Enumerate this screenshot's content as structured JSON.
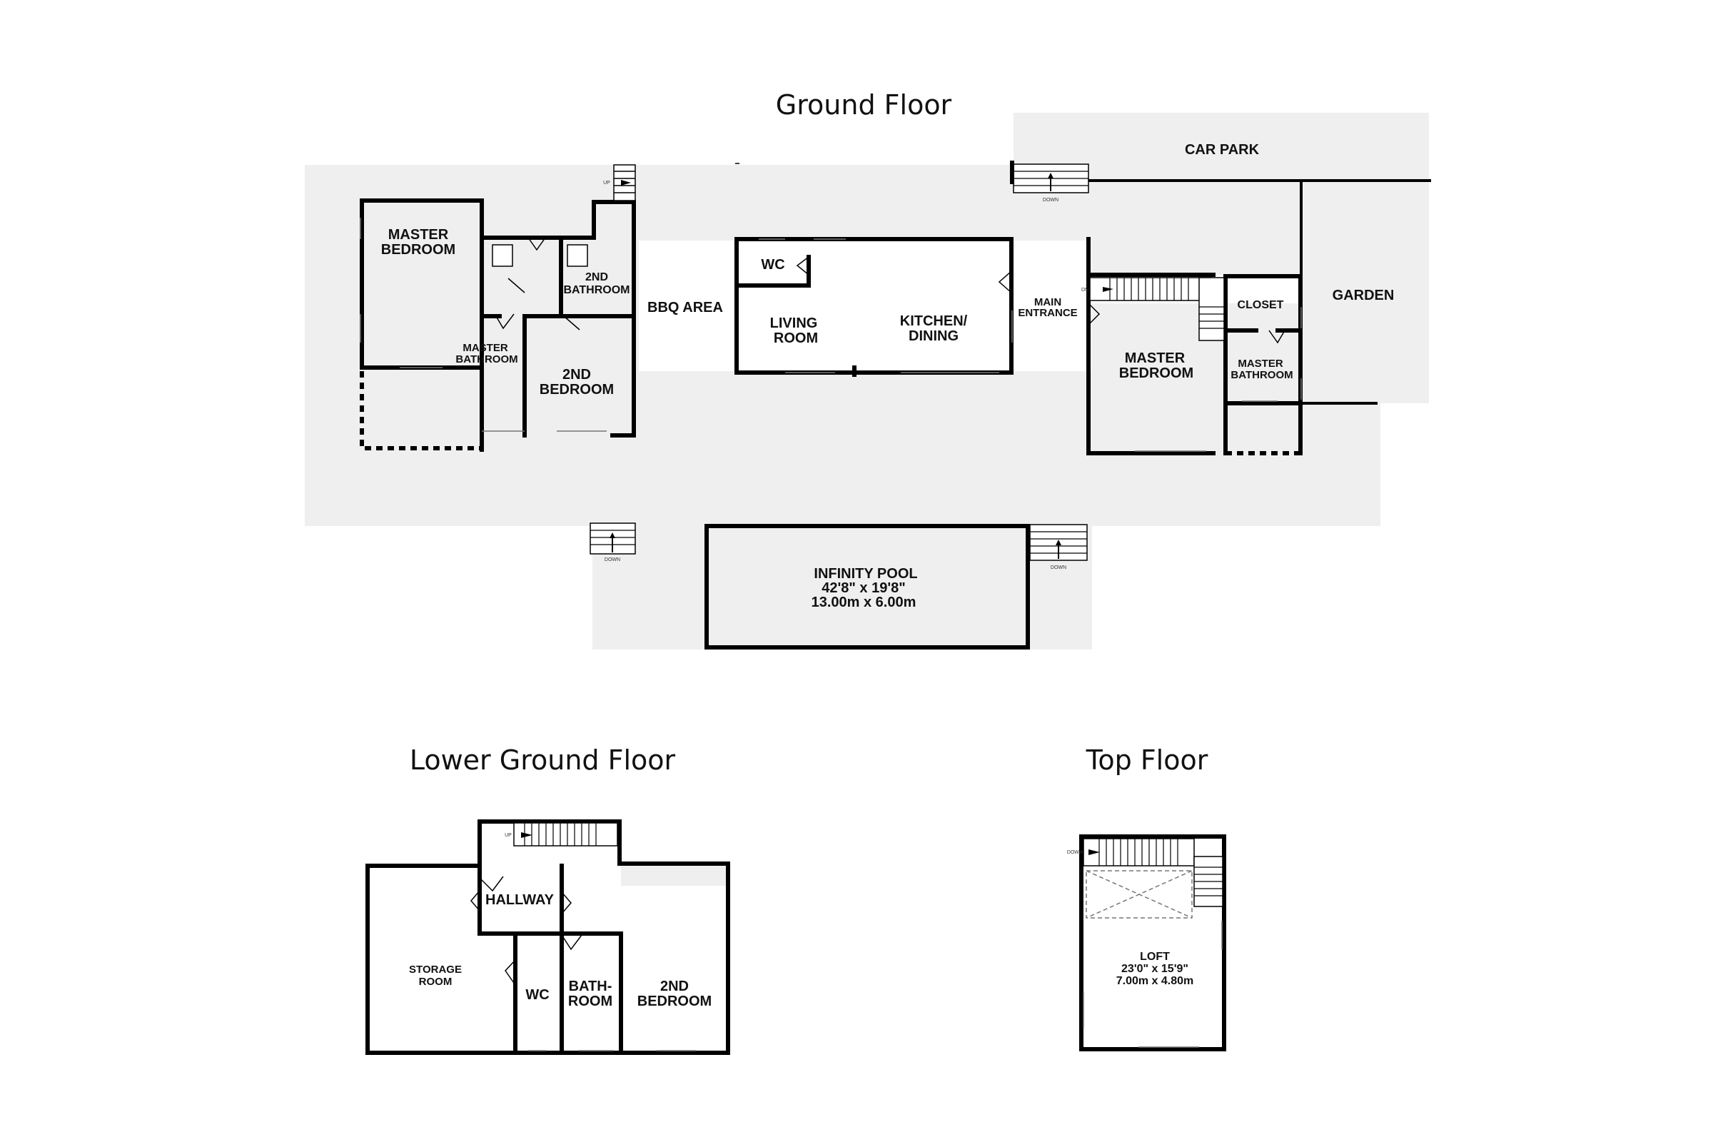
{
  "floors": {
    "ground": {
      "title": "Ground Floor",
      "labels": {
        "car_park": "CAR PARK",
        "garden": "GARDEN",
        "master_bedroom_left": [
          "MASTER",
          "BEDROOM"
        ],
        "second_bathroom": [
          "2ND",
          "BATHROOM"
        ],
        "master_bathroom_left": [
          "MASTER",
          "BATHROOM"
        ],
        "second_bedroom": [
          "2ND",
          "BEDROOM"
        ],
        "bbq_area": "BBQ AREA",
        "wc": "WC",
        "living_room": [
          "LIVING",
          "ROOM"
        ],
        "kitchen_dining": [
          "KITCHEN/",
          "DINING"
        ],
        "main_entrance": [
          "MAIN",
          "ENTRANCE"
        ],
        "closet": "CLOSET",
        "master_bedroom_right": [
          "MASTER",
          "BEDROOM"
        ],
        "master_bathroom_right": [
          "MASTER",
          "BATHROOM"
        ],
        "infinity_pool": [
          "INFINITY POOL",
          "42'8\"  x 19'8\"",
          "13.00m  x 6.00m"
        ]
      },
      "stair_marks": {
        "up": "UP",
        "down_carpark": "DOWN",
        "down_left": "DOWN",
        "down_pool": "DOWN",
        "dn_right": "DN"
      }
    },
    "lower_ground": {
      "title": "Lower Ground Floor",
      "labels": {
        "hallway": "HALLWAY",
        "storage_room": [
          "STORAGE",
          "ROOM"
        ],
        "wc": "WC",
        "bathroom": [
          "BATH-",
          "ROOM"
        ],
        "second_bedroom": [
          "2ND",
          "BEDROOM"
        ]
      },
      "stair_marks": {
        "up": "UP"
      }
    },
    "top": {
      "title": "Top Floor",
      "labels": {
        "loft": [
          "LOFT",
          "23'0\"  x 15'9\"",
          "7.00m  x 4.80m"
        ]
      },
      "stair_marks": {
        "down": "DOWN"
      }
    }
  }
}
